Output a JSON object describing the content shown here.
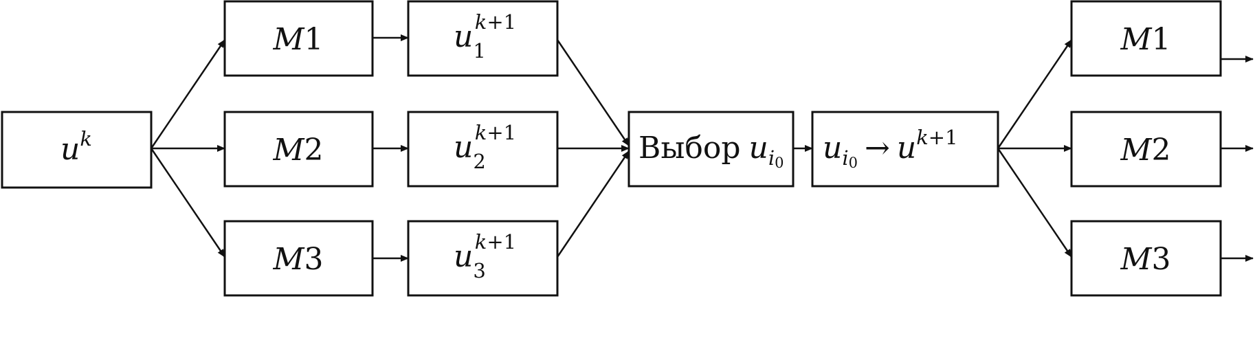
{
  "colors": {
    "stroke": "#111111",
    "box_fill": "#ffffff",
    "background": "#ffffff"
  },
  "nodes": {
    "uk": {
      "base": "u",
      "sup": "k"
    },
    "m1_left": {
      "letter": "M",
      "num": "1"
    },
    "m2_left": {
      "letter": "M",
      "num": "2"
    },
    "m3_left": {
      "letter": "M",
      "num": "3"
    },
    "u1": {
      "base": "u",
      "sub": "1",
      "sup_var": "k",
      "sup_rest": "+1"
    },
    "u2": {
      "base": "u",
      "sub": "2",
      "sup_var": "k",
      "sup_rest": "+1"
    },
    "u3": {
      "base": "u",
      "sub": "3",
      "sup_var": "k",
      "sup_rest": "+1"
    },
    "select": {
      "word": "Выбор",
      "base": "u",
      "sub_var": "i",
      "sub_num": "0"
    },
    "assign": {
      "base": "u",
      "sub_var": "i",
      "sub_num": "0",
      "arrow": "→",
      "target_base": "u",
      "target_sup_var": "k",
      "target_sup_rest": "+1"
    },
    "m1_right": {
      "letter": "M",
      "num": "1"
    },
    "m2_right": {
      "letter": "M",
      "num": "2"
    },
    "m3_right": {
      "letter": "M",
      "num": "3"
    }
  }
}
